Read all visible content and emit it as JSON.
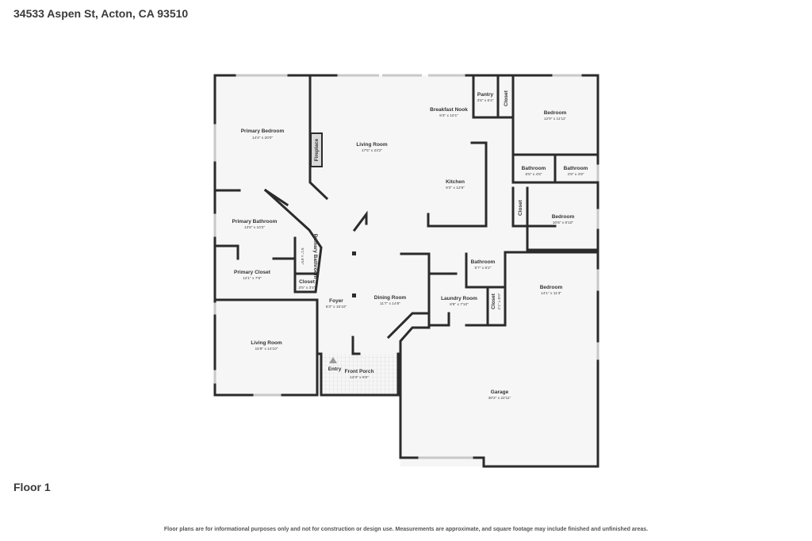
{
  "address": "34533 Aspen St, Acton, CA 93510",
  "floor_label": "Floor 1",
  "disclaimer": "Floor plans are for informational purposes only and not for construction or design use. Measurements are approximate, and square footage may include finished and unfinished areas.",
  "rooms": {
    "primary_bedroom": {
      "name": "Primary Bedroom",
      "dim": "14'4\" x 20'0\""
    },
    "living_room_main": {
      "name": "Living Room",
      "dim": "17'5\" x 23'2\""
    },
    "breakfast_nook": {
      "name": "Breakfast Nook",
      "dim": "9'3\" x 10'1\""
    },
    "pantry": {
      "name": "Pantry",
      "dim": "3'6\" x 6'4\""
    },
    "closet_top": {
      "name": "Closet"
    },
    "bedroom_ne": {
      "name": "Bedroom",
      "dim": "12'9\" x 11'11\""
    },
    "fireplace": {
      "name": "Fireplace"
    },
    "kitchen": {
      "name": "Kitchen",
      "dim": "9'2\" x 12'8\""
    },
    "bathroom_a": {
      "name": "Bathroom",
      "dim": "6'5\" x 4'6\""
    },
    "bathroom_b": {
      "name": "Bathroom",
      "dim": "4'9\" x 4'8\""
    },
    "closet_mid": {
      "name": "Closet"
    },
    "bedroom_mid": {
      "name": "Bedroom",
      "dim": "10'6\" x 9'10\""
    },
    "primary_bathroom": {
      "name": "Primary Bathroom",
      "dim": "13'6\" x 10'2\""
    },
    "primary_bathroom_small": {
      "name": "Primary Bathroom",
      "dim": "5'1\" x 6'5\""
    },
    "primary_closet": {
      "name": "Primary Closet",
      "dim": "12'1\" x 7'6\""
    },
    "closet_small": {
      "name": "Closet",
      "dim": "3'5\" x 3'4\""
    },
    "bathroom_c": {
      "name": "Bathroom",
      "dim": "5'7\" x 5'2\""
    },
    "bedroom_se": {
      "name": "Bedroom",
      "dim": "14'1\" x 11'3\""
    },
    "foyer": {
      "name": "Foyer",
      "dim": "6'3\" x 15'10\""
    },
    "dining_room": {
      "name": "Dining Room",
      "dim": "11'7\" x 14'8\""
    },
    "laundry_room": {
      "name": "Laundry Room",
      "dim": "8'8\" x 7'10\""
    },
    "closet_laundry": {
      "name": "Closet",
      "dim": "2'1\" x 8'0\""
    },
    "living_room_sw": {
      "name": "Living Room",
      "dim": "15'9\" x 14'10\""
    },
    "entry": {
      "name": "Entry"
    },
    "front_porch": {
      "name": "Front Porch",
      "dim": "12'3\" x 6'5\""
    },
    "garage": {
      "name": "Garage",
      "dim": "30'2\" x 22'11\""
    }
  }
}
